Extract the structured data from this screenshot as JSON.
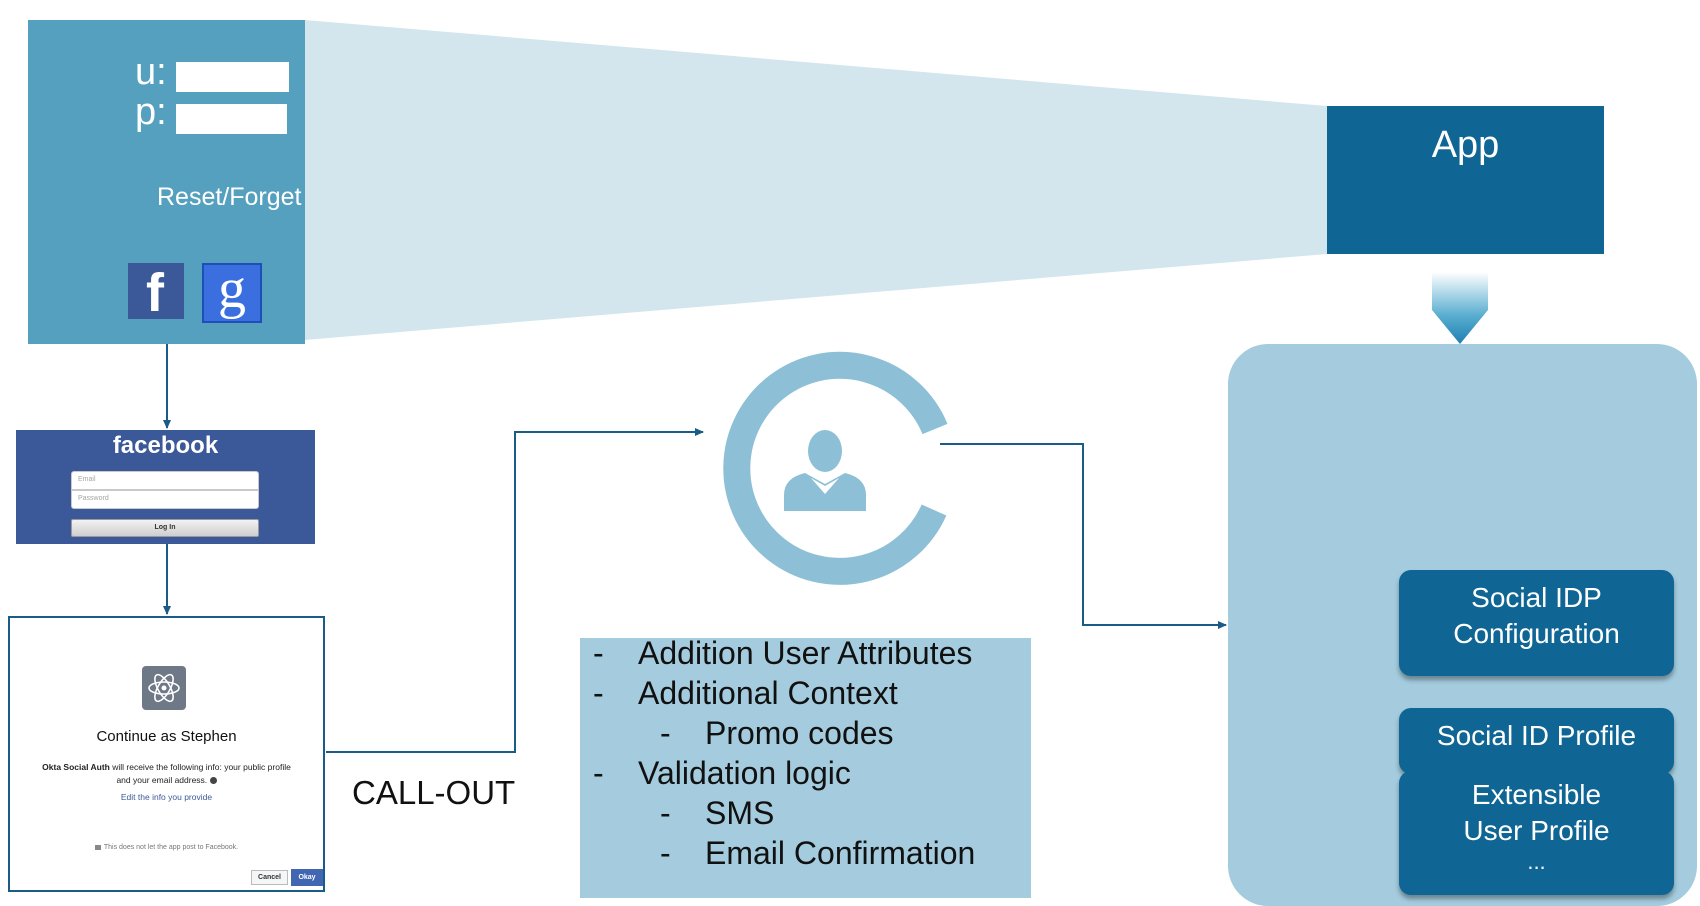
{
  "login": {
    "username_label": "u:",
    "password_label": "p:",
    "reset_label": "Reset/Forget",
    "facebook_glyph": "f",
    "google_glyph": "g"
  },
  "app": {
    "label": "App"
  },
  "facebook_login": {
    "logo": "facebook",
    "email_placeholder": "Email",
    "password_placeholder": "Password",
    "login_button": "Log In"
  },
  "facebook_dialog": {
    "continue_text": "Continue as Stephen",
    "app_name": "Okta Social Auth",
    "info_line1": "will receive the following info: your public profile",
    "info_line2": "and your email address.",
    "edit_link": "Edit the info you provide",
    "note": "This does not let the app post to Facebook.",
    "cancel_button": "Cancel",
    "okay_button": "Okay"
  },
  "callout": {
    "label": "CALL-OUT"
  },
  "attributes": {
    "items": [
      {
        "dash": "-",
        "text": "Addition User Attributes"
      },
      {
        "dash": "-",
        "text": "Additional Context"
      },
      {
        "dash": "-",
        "text": "Promo codes"
      },
      {
        "dash": "-",
        "text": "Validation logic"
      },
      {
        "dash": "-",
        "text": "SMS"
      },
      {
        "dash": "-",
        "text": "Email Confirmation"
      }
    ]
  },
  "directory": {
    "social_idp_line1": "Social IDP",
    "social_idp_line2": "Configuration",
    "social_profile": "Social ID Profile",
    "extensible_line1": "Extensible",
    "extensible_line2": "User Profile",
    "extensible_more": "..."
  },
  "colors": {
    "login_panel": "#56a0bf",
    "funnel": "#d3e6ed",
    "app_box": "#0f6593",
    "light_panel": "#a4ccde",
    "hook_ring": "#8dc0d6",
    "connector": "#1a5c87",
    "facebook_blue": "#3b5999",
    "google_blue": "#3b6fe0",
    "user_gray": "#6d6e70"
  }
}
